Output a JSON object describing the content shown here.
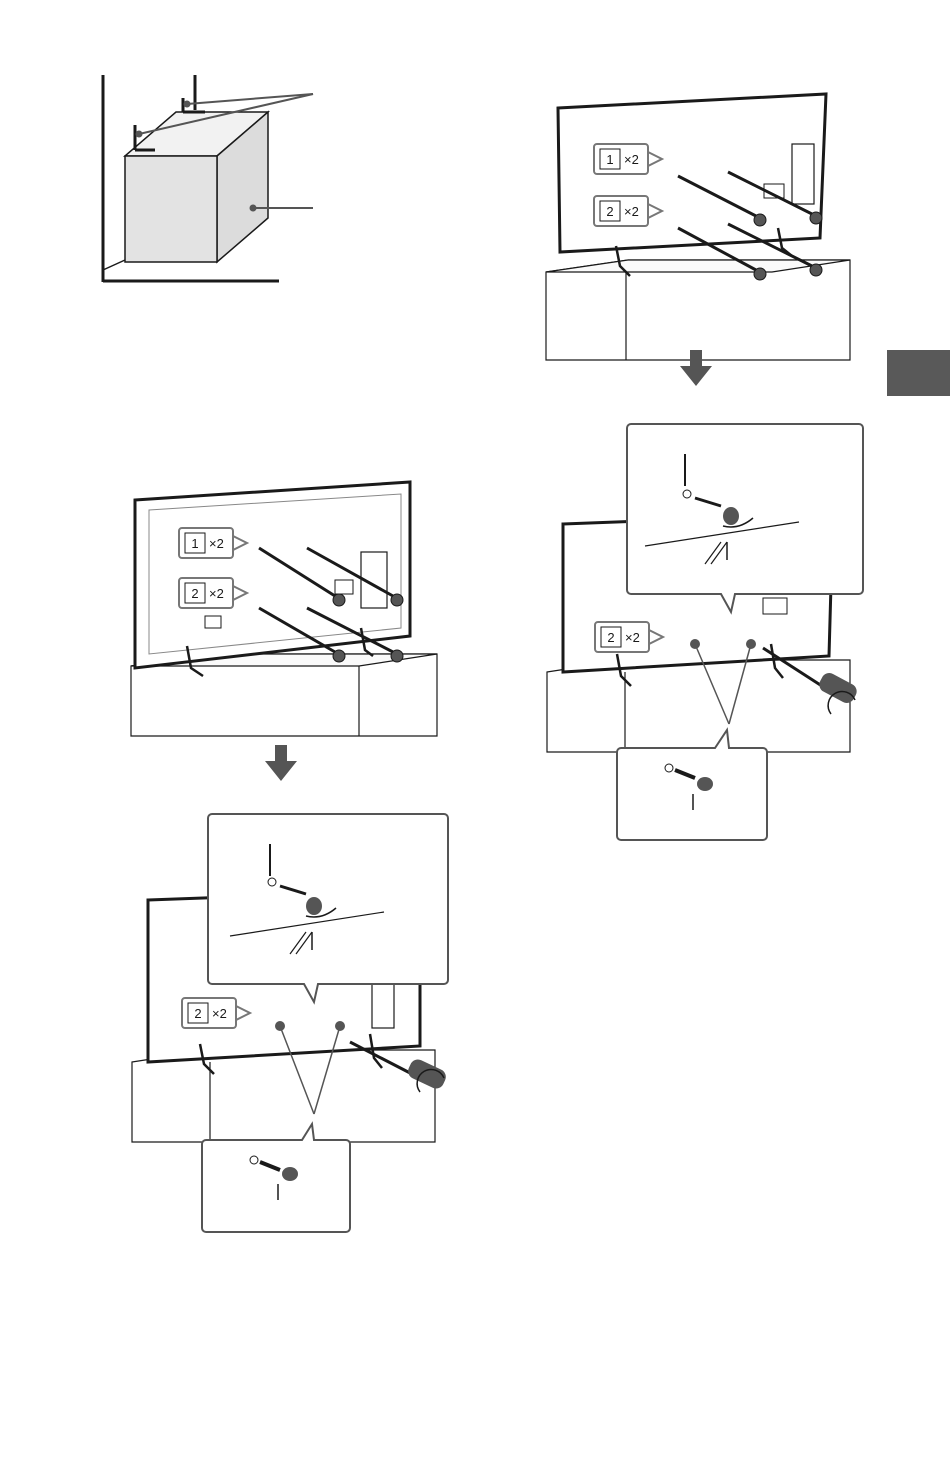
{
  "figures": {
    "wall_clearance": {
      "icon": "tv-stand-clearance-diagram"
    },
    "tv_rear_screws": {
      "badge1_count": "×2",
      "badge2_count": "×2"
    },
    "tv_strap_fastening": {
      "badge2_count": "×2"
    }
  },
  "side_tab": {
    "color": "#595959"
  },
  "colors": {
    "outline": "#1a1a1a",
    "tv_gray": "#d9d9d9",
    "box_gray": "#e6e6e6",
    "arrow_gray": "#555555",
    "callout_border": "#555555"
  }
}
